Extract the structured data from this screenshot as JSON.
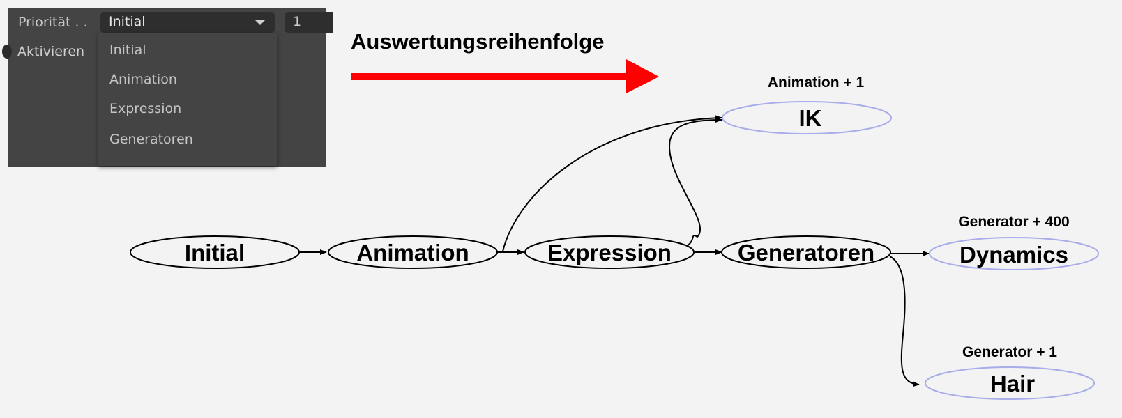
{
  "panel": {
    "priority_label": "Priorität . .",
    "priority_value": "Initial",
    "number_value": "1",
    "activate_label": "Aktivieren",
    "options": [
      "Initial",
      "Animation",
      "Expression",
      "Generatoren"
    ]
  },
  "diagram": {
    "title": "Auswertungsreihenfolge",
    "arrow_color": "#ff0000",
    "nodes": {
      "initial": "Initial",
      "animation": "Animation",
      "expression": "Expression",
      "generatoren": "Generatoren",
      "ik": "IK",
      "dynamics": "Dynamics",
      "hair": "Hair"
    },
    "annotations": {
      "ik": "Animation + 1",
      "dynamics": "Generator + 400",
      "hair": "Generator + 1"
    }
  }
}
